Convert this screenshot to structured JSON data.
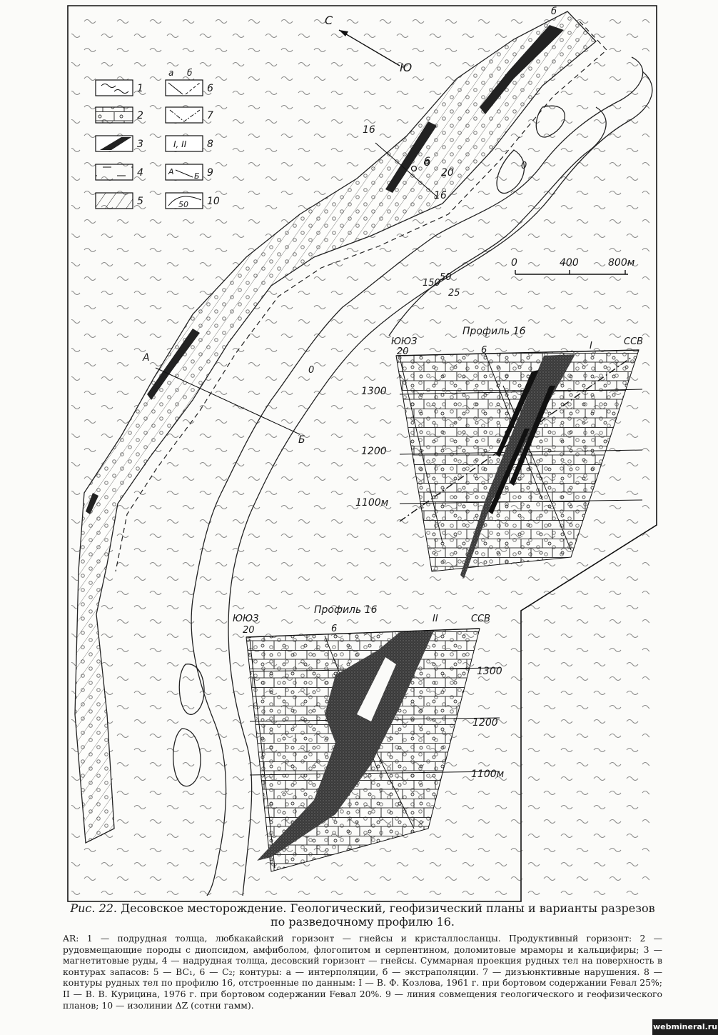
{
  "north_arrow": {
    "c_label": "С",
    "ug_label": "Ю"
  },
  "legend": {
    "items": [
      {
        "num": "1"
      },
      {
        "num": "2"
      },
      {
        "num": "3"
      },
      {
        "num": "4"
      },
      {
        "num": "5"
      },
      {
        "num": "6",
        "sub_a": "а",
        "sub_b": "б"
      },
      {
        "num": "7"
      },
      {
        "num": "8",
        "sample": "I, II"
      },
      {
        "num": "9",
        "sample_a": "А",
        "sample_b": "Б"
      },
      {
        "num": "10",
        "sample": "50"
      }
    ]
  },
  "scale": {
    "ticks": [
      "0",
      "400",
      "800м"
    ]
  },
  "map_labels": {
    "profile_top": "16",
    "profile_20": "20",
    "profile_16_end": "16",
    "point_6": "6",
    "line_a": "А",
    "line_b": "Б",
    "iso_150": "150",
    "iso_50": "50",
    "iso_25": "25",
    "iso_0": "0",
    "iso_0b": "0",
    "corner_b": "б"
  },
  "section_upper": {
    "title": "Профиль 16",
    "left_dir": "ЮЮЗ",
    "right_dir": "ССВ",
    "well_20": "20",
    "well_6": "6",
    "roman": "I",
    "elev": [
      "1300",
      "1200",
      "1100м"
    ]
  },
  "section_lower": {
    "title": "Профиль 16",
    "left_dir": "ЮЮЗ",
    "right_dir": "ССВ",
    "well_20": "20",
    "well_6": "6",
    "roman": "II",
    "elev": [
      "1300",
      "1200",
      "1100м"
    ]
  },
  "caption": {
    "figure": "Рис. 22.",
    "title": "Десовское месторождение. Геологический, геофизический планы и варианты разрезов по разведочному профилю 16.",
    "body": "AR: 1 — подрудная толща, любкакайский горизонт — гнейсы и кристаллосланцы. Продуктивный горизонт: 2 — рудовмещающие породы с диопсидом, амфиболом, флогопитом и серпентином, доломитовые мраморы и кальцифиры; 3 — магнетитовые руды, 4 — надрудная толща, десовский горизонт — гнейсы. Суммарная проекция рудных тел на поверхность в контурах запасов: 5 — BC₁, 6 — C₂; контуры: а — интерполяции, б — экстраполяции. 7 — дизъюнктивные нарушения. 8 — контуры рудных тел по профилю 16, отстроенные по данным: I — В. Ф. Козлова, 1961 г. при бортовом содержании Feвал 25%; II — В. В. Курицина, 1976 г. при бортовом содержании Feвал 20%. 9 — линия совмещения геологического и геофизического планов; 10 — изолинии ΔZ (сотни гамм)."
  },
  "watermark": "webmineral.ru"
}
